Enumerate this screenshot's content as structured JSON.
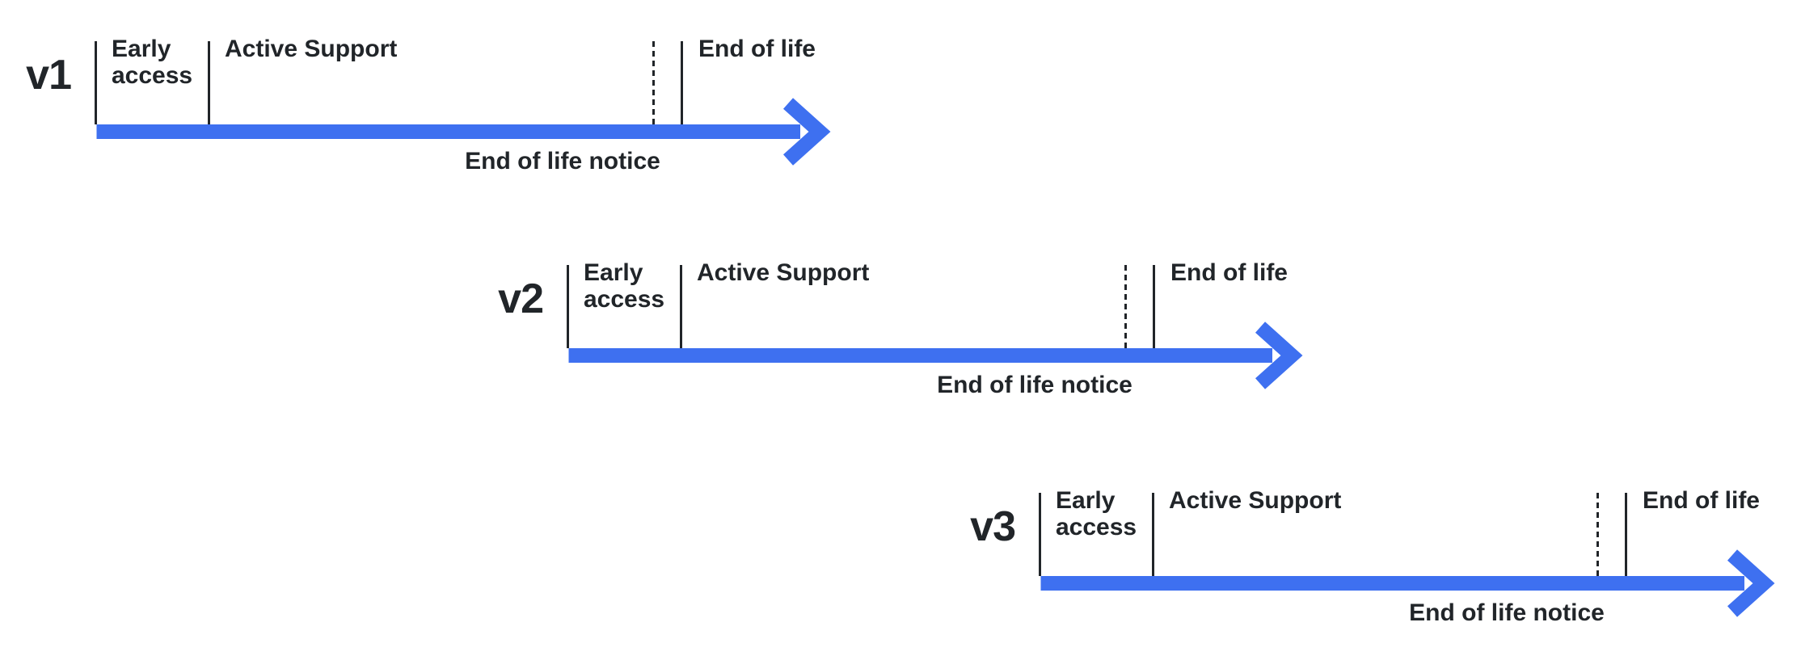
{
  "diagram_type": "version-lifecycle-timelines",
  "colors": {
    "arrow_blue": "#3E70F0",
    "ink": "#212529",
    "background": "#FFFFFF"
  },
  "rows": [
    {
      "version": "v1",
      "early_access": "Early access",
      "active_support": "Active Support",
      "end_of_life": "End of life",
      "end_of_life_notice": "End of life notice"
    },
    {
      "version": "v2",
      "early_access": "Early access",
      "active_support": "Active Support",
      "end_of_life": "End of life",
      "end_of_life_notice": "End of life notice"
    },
    {
      "version": "v3",
      "early_access": "Early access",
      "active_support": "Active Support",
      "end_of_life": "End of life",
      "end_of_life_notice": "End of life notice"
    }
  ]
}
